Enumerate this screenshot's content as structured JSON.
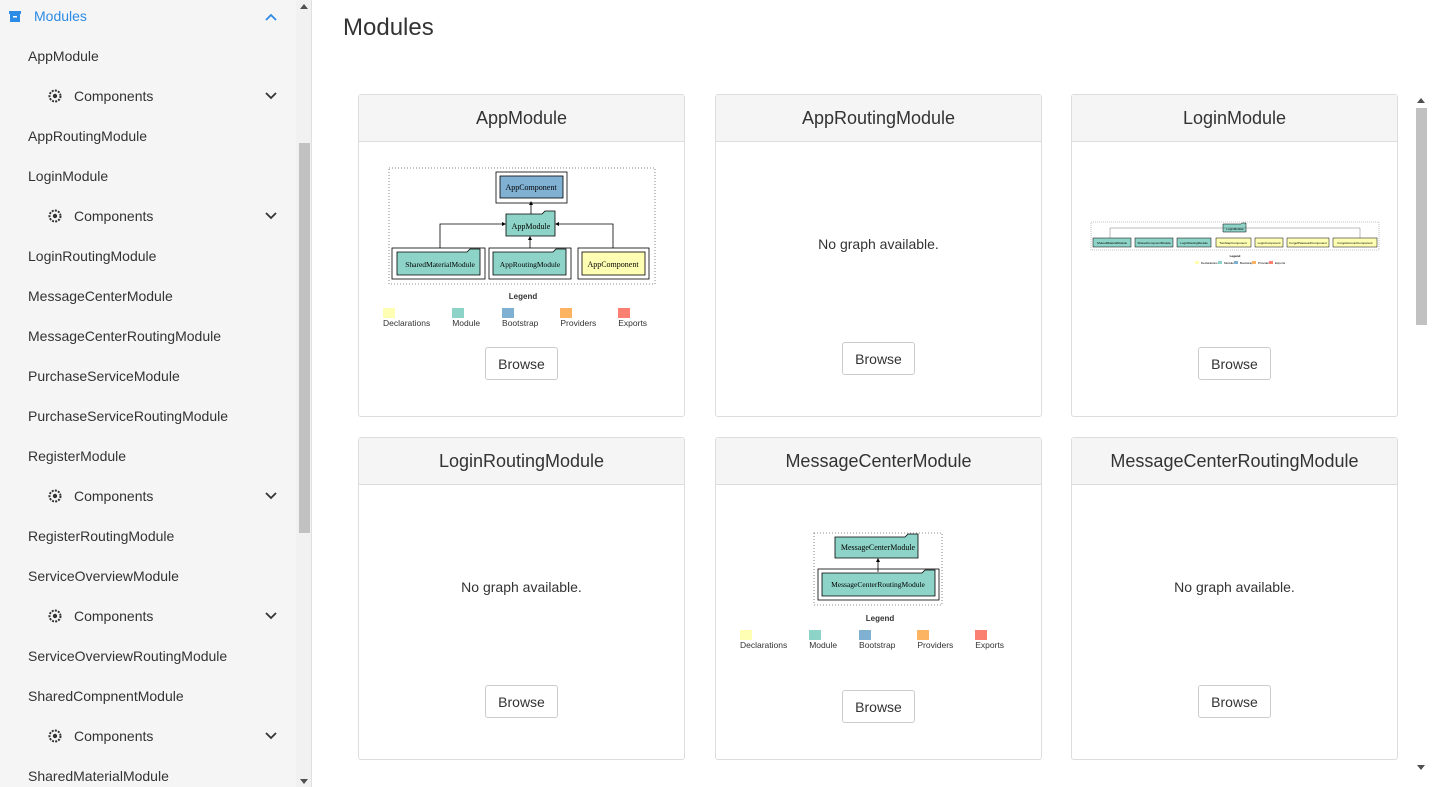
{
  "sidebar": {
    "header": "Modules",
    "items": [
      {
        "label": "AppModule",
        "type": "module"
      },
      {
        "label": "Components",
        "type": "components"
      },
      {
        "label": "AppRoutingModule",
        "type": "module"
      },
      {
        "label": "LoginModule",
        "type": "module"
      },
      {
        "label": "Components",
        "type": "components"
      },
      {
        "label": "LoginRoutingModule",
        "type": "module"
      },
      {
        "label": "MessageCenterModule",
        "type": "module"
      },
      {
        "label": "MessageCenterRoutingModule",
        "type": "module"
      },
      {
        "label": "PurchaseServiceModule",
        "type": "module"
      },
      {
        "label": "PurchaseServiceRoutingModule",
        "type": "module"
      },
      {
        "label": "RegisterModule",
        "type": "module"
      },
      {
        "label": "Components",
        "type": "components"
      },
      {
        "label": "RegisterRoutingModule",
        "type": "module"
      },
      {
        "label": "ServiceOverviewModule",
        "type": "module"
      },
      {
        "label": "Components",
        "type": "components"
      },
      {
        "label": "ServiceOverviewRoutingModule",
        "type": "module"
      },
      {
        "label": "SharedCompnentModule",
        "type": "module"
      },
      {
        "label": "Components",
        "type": "components"
      },
      {
        "label": "SharedMaterialModule",
        "type": "module"
      }
    ]
  },
  "main": {
    "title": "Modules",
    "browse_label": "Browse",
    "no_graph_text": "No graph available.",
    "cards": [
      {
        "title": "AppModule",
        "has_graph": true
      },
      {
        "title": "AppRoutingModule",
        "has_graph": false
      },
      {
        "title": "LoginModule",
        "has_graph": true
      },
      {
        "title": "LoginRoutingModule",
        "has_graph": false
      },
      {
        "title": "MessageCenterModule",
        "has_graph": true
      },
      {
        "title": "MessageCenterRoutingModule",
        "has_graph": false
      }
    ]
  },
  "graphs": {
    "app": {
      "nodes": [
        "AppComponent",
        "AppModule",
        "SharedMaterialModule",
        "AppRoutingModule",
        "AppComponent"
      ]
    },
    "login": {
      "nodes": [
        "LoginModule",
        "SharedMaterialModule",
        "SharedCompnentModule",
        "LoginRoutingModule",
        "TwoStepComponent",
        "LoginComponent",
        "ForgotPasswordComponent",
        "ForgotAccountComponent"
      ]
    },
    "message": {
      "nodes": [
        "MessageCenterModule",
        "MessageCenterRoutingModule"
      ]
    }
  },
  "legend": {
    "title": "Legend",
    "items": [
      {
        "label": "Declarations",
        "color": "#ffffb3"
      },
      {
        "label": "Module",
        "color": "#8dd3c7"
      },
      {
        "label": "Bootstrap",
        "color": "#80b1d3"
      },
      {
        "label": "Providers",
        "color": "#fdb462"
      },
      {
        "label": "Exports",
        "color": "#fb8072"
      }
    ]
  },
  "colors": {
    "accent": "#2c8be5",
    "module_fill": "#8dd3c7",
    "bootstrap_fill": "#80b1d3",
    "declaration_fill": "#ffffb3"
  }
}
